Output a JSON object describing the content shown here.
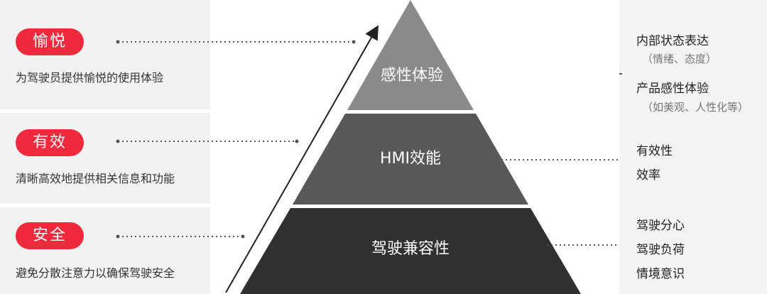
{
  "left": [
    {
      "badge": "愉悦",
      "desc": "为驾驶员提供愉悦的使用体验"
    },
    {
      "badge": "有效",
      "desc": "清晰高效地提供相关信息和功能"
    },
    {
      "badge": "安全",
      "desc": "避免分散注意力以确保驾驶安全"
    }
  ],
  "pyramid": [
    "感性体验",
    "HMI效能",
    "驾驶兼容性"
  ],
  "right": {
    "top": {
      "items": [
        {
          "title": "内部状态表达",
          "sub": "（情绪、态度）"
        },
        {
          "title": "产品感性体验",
          "sub": "（如美观、人性化等）"
        }
      ]
    },
    "middle": [
      "有效性",
      "效率"
    ],
    "bottom": [
      "驾驶分心",
      "驾驶负荷",
      "情境意识"
    ]
  },
  "colors": {
    "accent": "#ee2a3c",
    "tier_top": "#8a8a8a",
    "tier_middle": "#585858",
    "tier_bottom": "#303030"
  }
}
